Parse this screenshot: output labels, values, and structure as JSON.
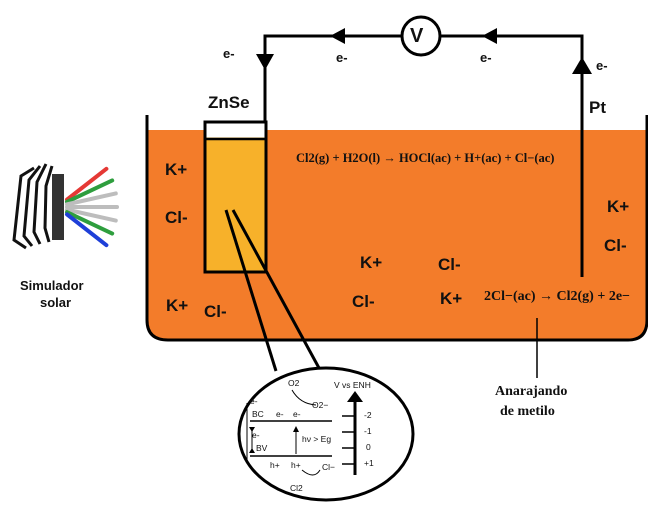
{
  "circuit": {
    "voltmeter": "V",
    "electrons": [
      "e-",
      "e-",
      "e-",
      "e-"
    ]
  },
  "electrodes": {
    "photoanode": "ZnSe",
    "cathode": "Pt"
  },
  "light_source": {
    "label_line1": "Simulador",
    "label_line2": "solar",
    "beam_colors": [
      "#e53935",
      "#2e9e3e",
      "#bdbdbd",
      "#bdbdbd",
      "#bdbdbd",
      "#2e9e3e",
      "#1e3fd8"
    ]
  },
  "ions": [
    {
      "id": "k1",
      "text": "K+"
    },
    {
      "id": "cl1",
      "text": "Cl-"
    },
    {
      "id": "k2",
      "text": "K+"
    },
    {
      "id": "cl2",
      "text": "Cl-"
    },
    {
      "id": "k3",
      "text": "K+"
    },
    {
      "id": "cl3",
      "text": "Cl-"
    },
    {
      "id": "cl4",
      "text": "Cl-"
    },
    {
      "id": "k4",
      "text": "K+"
    },
    {
      "id": "k5",
      "text": "K+"
    },
    {
      "id": "cl5",
      "text": "Cl-"
    }
  ],
  "equations": {
    "reaction1": "Cl2(g) + H2O(l) → HOCl(ac) + H+(ac) + Cl−(ac)",
    "reaction2": "2Cl−(ac) → Cl2(g) + 2e−"
  },
  "electrolyte": {
    "line1": "Anarajando",
    "line2": "de metilo",
    "color": "#f37c2a"
  },
  "inset": {
    "o2": "O2",
    "o2_minus": "O2−",
    "bc": "BC",
    "bv": "BV",
    "e_minus": "e-",
    "hv": "hν > Eg",
    "h_plus": "h+",
    "cl_minus": "Cl−",
    "cl2": "Cl2",
    "axis_title": "V vs ENH",
    "ticks": [
      "-2",
      "-1",
      "0",
      "+1"
    ]
  }
}
